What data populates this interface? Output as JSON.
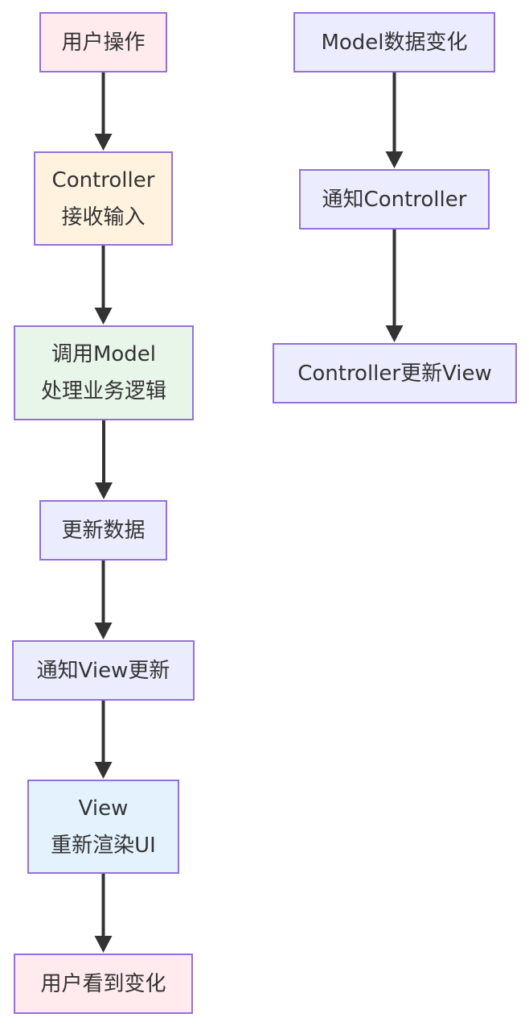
{
  "flow_main": {
    "n1": {
      "lines": [
        "用户操作"
      ],
      "fill": "#ffebee"
    },
    "n2": {
      "lines": [
        "Controller",
        "接收输入"
      ],
      "fill": "#fff3e0"
    },
    "n3": {
      "lines": [
        "调用Model",
        "处理业务逻辑"
      ],
      "fill": "#e8f5e9"
    },
    "n4": {
      "lines": [
        "更新数据"
      ],
      "fill": "#ececff"
    },
    "n5": {
      "lines": [
        "通知View更新"
      ],
      "fill": "#ececff"
    },
    "n6": {
      "lines": [
        "View",
        "重新渲染UI"
      ],
      "fill": "#e3f2fd"
    },
    "n7": {
      "lines": [
        "用户看到变化"
      ],
      "fill": "#ffebee"
    }
  },
  "flow_side": {
    "m1": {
      "lines": [
        "Model数据变化"
      ],
      "fill": "#ececff"
    },
    "m2": {
      "lines": [
        "通知Controller"
      ],
      "fill": "#ececff"
    },
    "m3": {
      "lines": [
        "Controller更新View"
      ],
      "fill": "#ececff"
    }
  },
  "edges": [
    {
      "from": "n1",
      "to": "n2"
    },
    {
      "from": "n2",
      "to": "n3"
    },
    {
      "from": "n3",
      "to": "n4"
    },
    {
      "from": "n4",
      "to": "n5"
    },
    {
      "from": "n5",
      "to": "n6"
    },
    {
      "from": "n6",
      "to": "n7"
    },
    {
      "from": "m1",
      "to": "m2"
    },
    {
      "from": "m2",
      "to": "m3"
    }
  ],
  "colors": {
    "node_border": "#9370db",
    "edge": "#333333",
    "text": "#333333"
  }
}
